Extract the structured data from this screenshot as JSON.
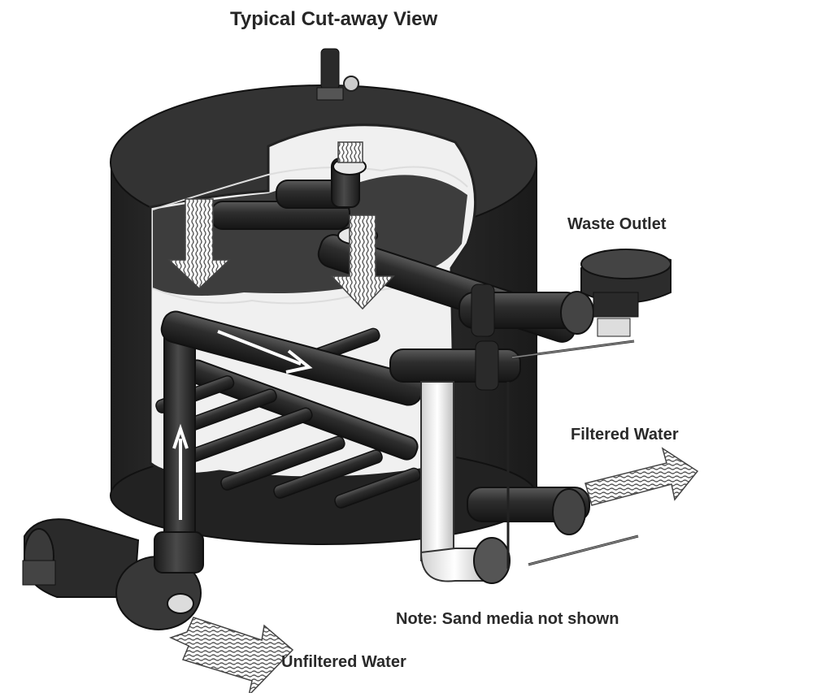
{
  "diagram": {
    "title": "Typical Cut-away View",
    "labels": {
      "waste_outlet": "Waste Outlet",
      "filtered_water": "Filtered Water",
      "note": "Note: Sand media not shown",
      "unfiltered_water": "Unfiltered Water"
    }
  },
  "colors": {
    "tank_dark": "#2b2b2b",
    "pipe_dark": "#3a3a3a",
    "interior_light": "#f2f2f2",
    "white_pipe": "#f5f5f5",
    "label_text": "#2a2a2a"
  },
  "icons": {
    "flow_arrow": "striped-flow-arrow",
    "direction_arrow": "white-direction-arrow"
  }
}
